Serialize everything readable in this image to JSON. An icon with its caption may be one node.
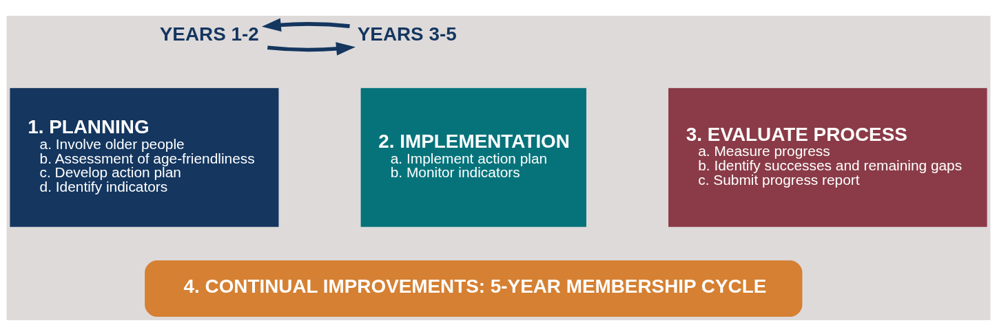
{
  "diagram": {
    "nodes": [
      {
        "text": [
          "YEARS 1-2"
        ]
      },
      {
        "text": [
          "YEARS 3-5"
        ]
      },
      {
        "text": [
          "1. PLANNING",
          "a. Involve older people",
          "b. Assessment of age-friendliness",
          "c. Develop action plan",
          "d. Identify indicators"
        ]
      },
      {
        "text": [
          "2. IMPLEMENTATION",
          "a. Implement action plan",
          "b. Monitor indicators"
        ]
      },
      {
        "text": [
          "3. EVALUATE PROCESS",
          "a. Measure progress",
          "b. Identify successes and remaining gaps",
          "c. Submit progress report"
        ]
      },
      {
        "text": [
          "4. CONTINUAL IMPROVEMENTS: 5-YEAR MEMBERSHIP CYCLE"
        ]
      }
    ],
    "edges": [
      {
        "from": 0,
        "to": 1,
        "arrow": "to"
      },
      {
        "from": 1,
        "to": 0,
        "arrow": "to"
      }
    ]
  }
}
